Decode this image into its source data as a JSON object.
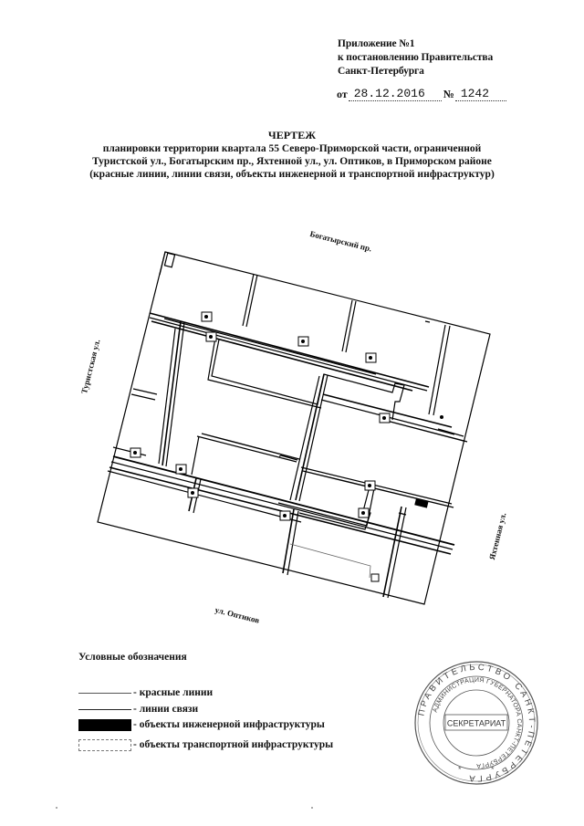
{
  "header": {
    "appendix_lines": [
      "Приложение №1",
      "к постановлению Правительства",
      "Санкт-Петербурга"
    ],
    "date_prefix": "от",
    "date": "28.12.2016",
    "number_prefix": "№",
    "number": "1242"
  },
  "title": {
    "heading": "ЧЕРТЕЖ",
    "lines": [
      "планировки территории квартала 55 Северо-Приморской части, ограниченной",
      "Туристской ул., Богатырским пр., Яхтенной ул., ул. Оптиков, в Приморском районе",
      "(красные линии, линии связи, объекты инженерной и транспортной инфраструктур)"
    ]
  },
  "map": {
    "streets": {
      "north": "Богатырский пр.",
      "west": "Туристская ул.",
      "east": "Яхтенная ул.",
      "south": "ул. Оптиков"
    },
    "colors": {
      "line": "#000000",
      "red_line": "#555555",
      "background": "#ffffff"
    }
  },
  "legend": {
    "title": "Условные обозначения",
    "items": [
      {
        "symbol": "red-line",
        "label": "- красные линии"
      },
      {
        "symbol": "communication-line",
        "label": "- линии связи"
      },
      {
        "symbol": "engineering-infrastructure",
        "label": "- объекты инженерной инфраструктуры"
      },
      {
        "symbol": "transport-infrastructure",
        "label": "- объекты транспортной инфраструктуры"
      }
    ]
  },
  "stamp": {
    "outer_text": "ПРАВИТЕЛЬСТВО САНКТ-ПЕТЕРБУРГА",
    "inner_text": "АДМИНИСТРАЦИЯ ГУБЕРНАТОРА САНКТ-ПЕТЕРБУРГА",
    "center_text": "СЕКРЕТАРИАТ"
  }
}
